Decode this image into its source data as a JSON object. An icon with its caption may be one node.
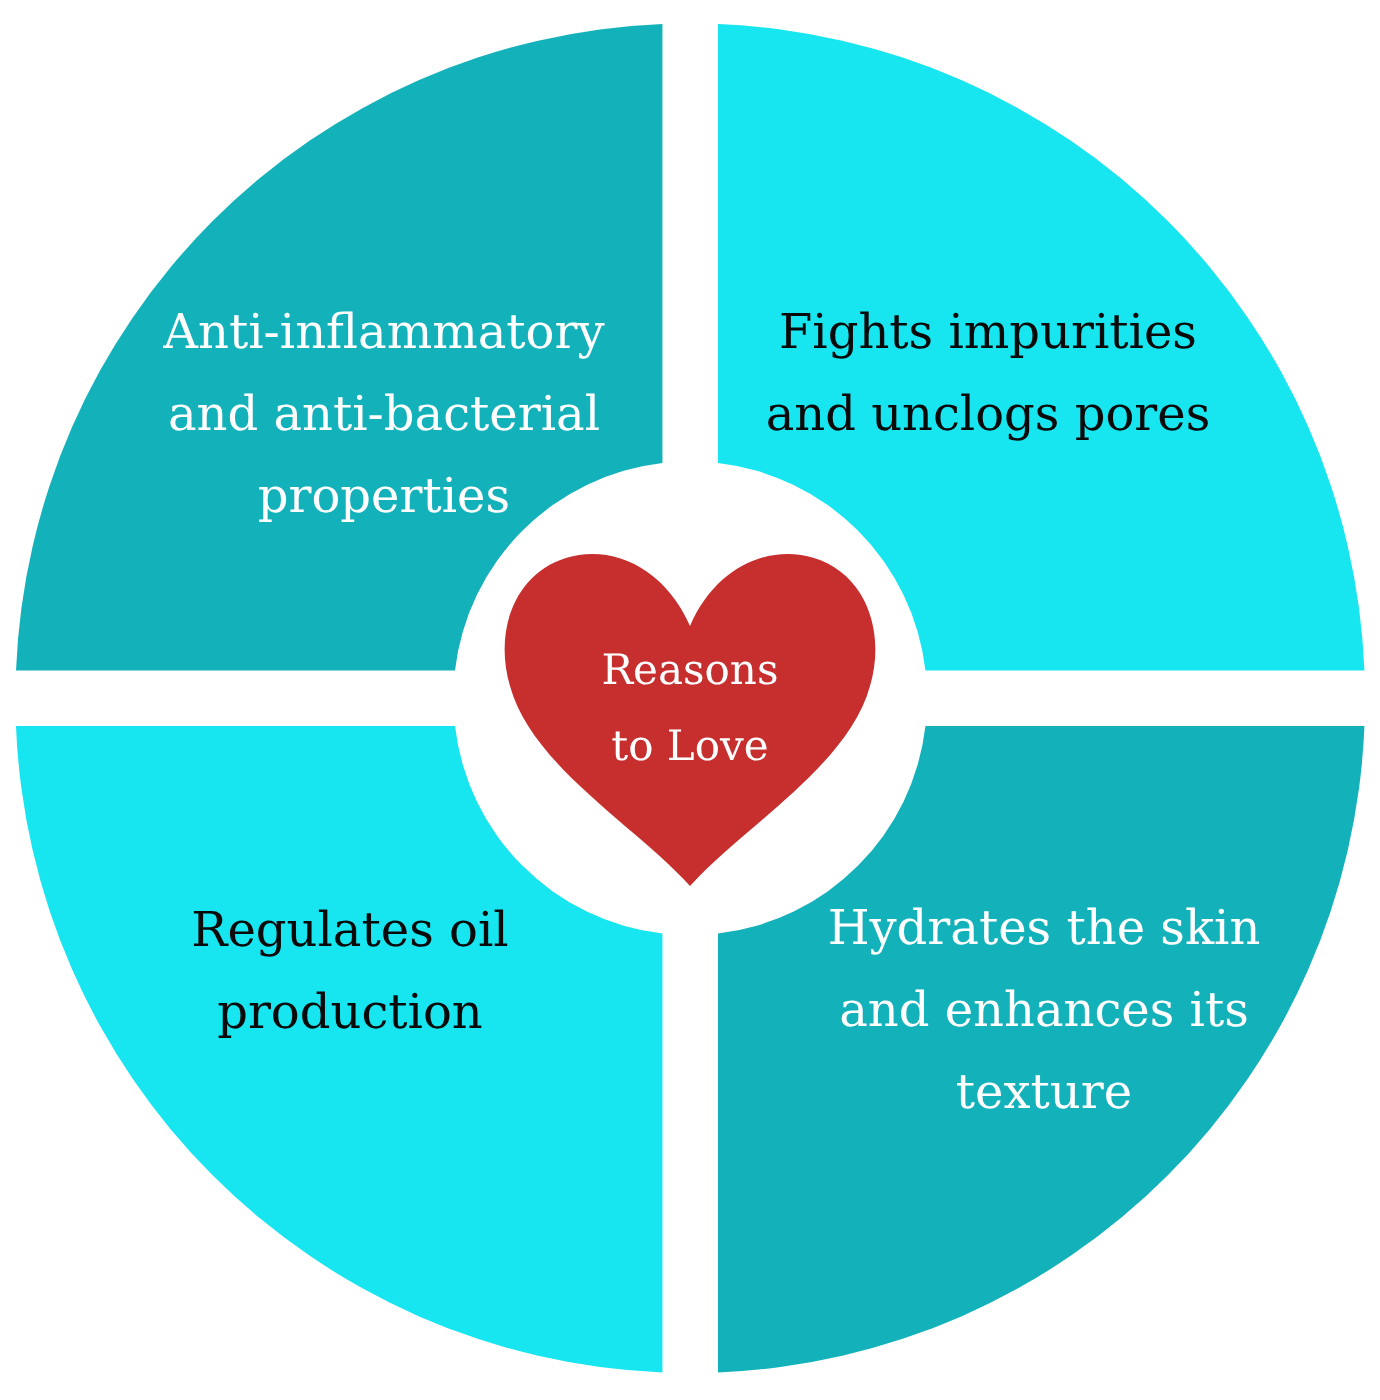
{
  "diagram": {
    "nodes": [
      {
        "text": [
          "Anti-inflammatory and anti-bacterial properties"
        ]
      },
      {
        "text": [
          "Fights impurities and unclogs pores"
        ]
      },
      {
        "text": [
          "Reasons to Love"
        ]
      },
      {
        "text": [
          "Regulates oil production"
        ]
      },
      {
        "text": [
          "Hydrates the skin and enhances its texture"
        ]
      }
    ]
  }
}
